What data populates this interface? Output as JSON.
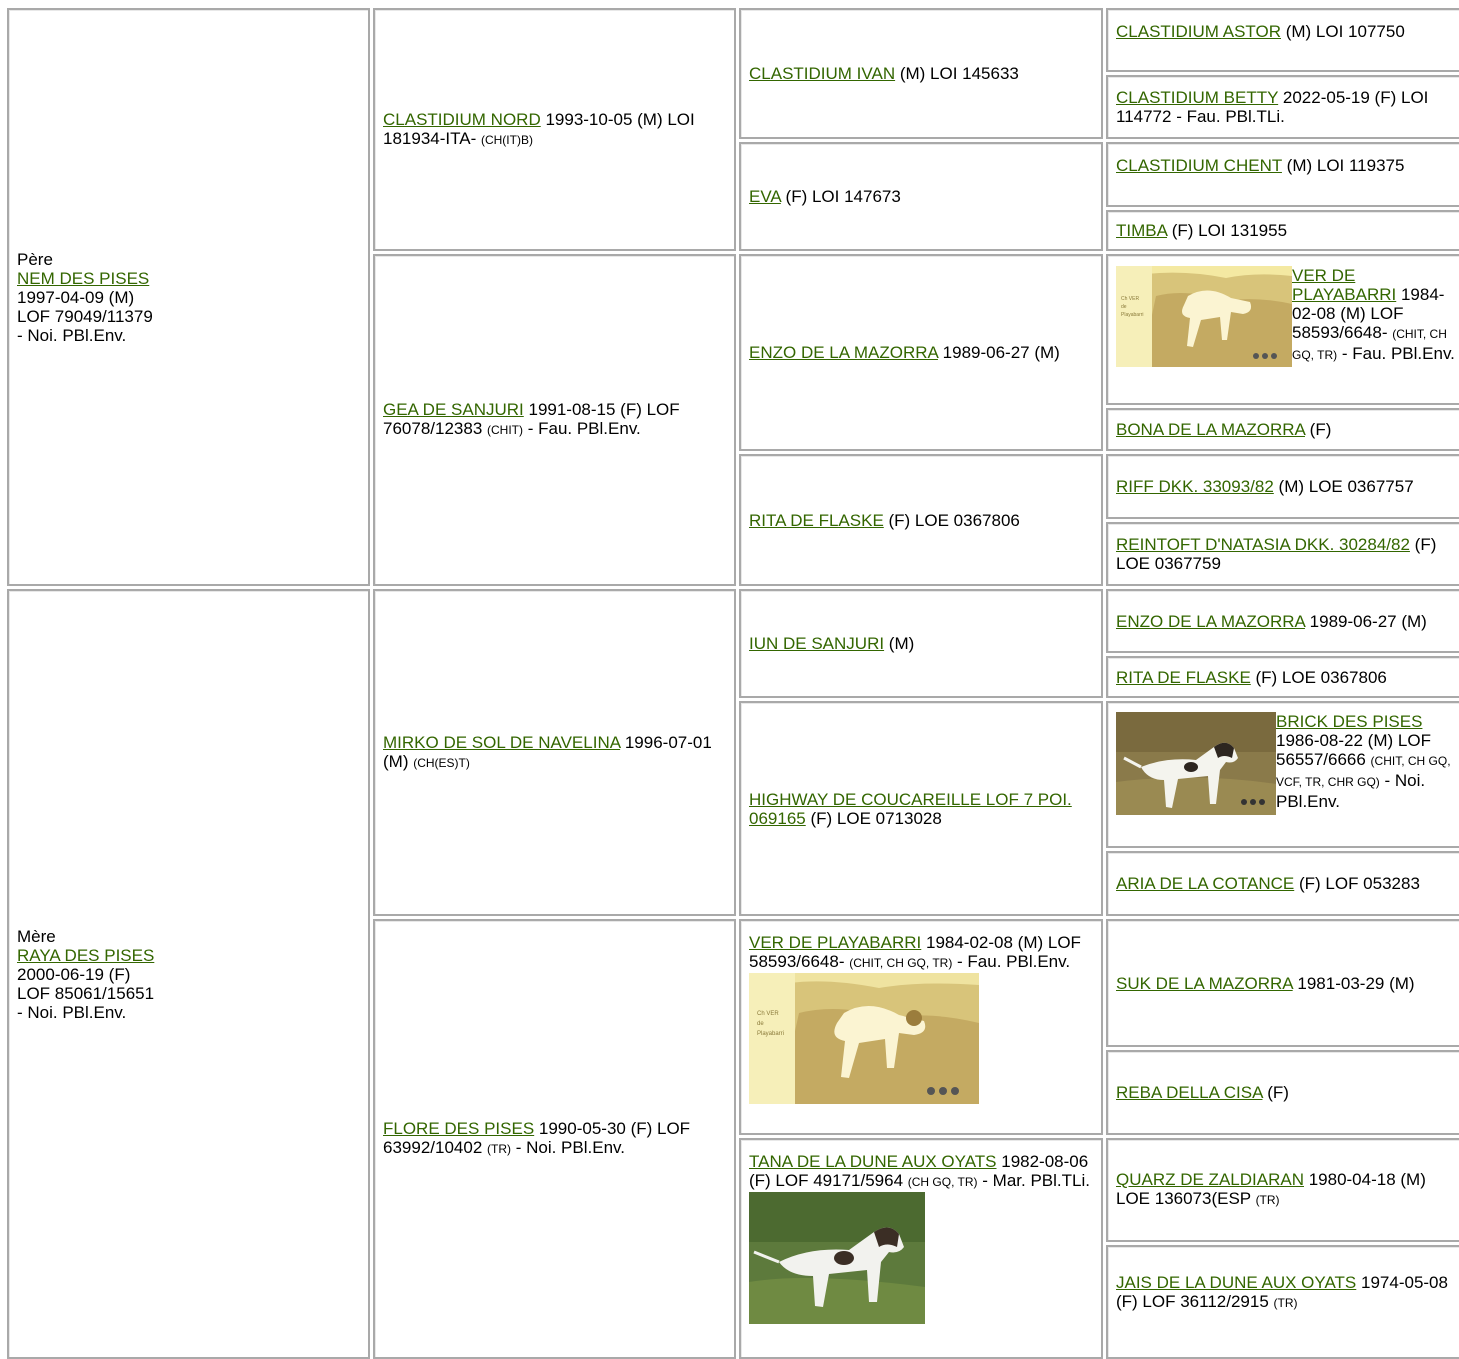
{
  "colors": {
    "link": "#336600",
    "border": "#a9a9a9"
  },
  "gen1": {
    "sire": {
      "role": "Père",
      "name": "NEM DES PISES",
      "date": "1997-04-09 (M)",
      "reg": "LOF 79049/11379",
      "coat": "- Noi. PBl.Env."
    },
    "dam": {
      "role": "Mère",
      "name": "RAYA DES PISES",
      "date": "2000-06-19 (F)",
      "reg": "LOF 85061/15651",
      "coat": "- Noi. PBl.Env."
    }
  },
  "gen2": [
    {
      "name": "CLASTIDIUM NORD",
      "text": " 1993-10-05 (M) LOI 181934-ITA- ",
      "small": "(CH(IT)B)"
    },
    {
      "name": "GEA DE SANJURI",
      "text": " 1991-08-15 (F) LOF 76078/12383 ",
      "small": "(CHIT)",
      "after": " - Fau. PBl.Env."
    },
    {
      "name": "MIRKO DE SOL DE NAVELINA",
      "text": " 1996-07-01 (M) ",
      "small": "(CH(ES)T)"
    },
    {
      "name": "FLORE DES PISES",
      "text": " 1990-05-30 (F) LOF 63992/10402 ",
      "small": "(TR)",
      "after": " - Noi. PBl.Env."
    }
  ],
  "gen3": [
    {
      "name": "CLASTIDIUM IVAN",
      "text": " (M) LOI 145633"
    },
    {
      "name": "EVA",
      "text": " (F) LOI 147673"
    },
    {
      "name": "ENZO DE LA MAZORRA",
      "text": " 1989-06-27 (M)"
    },
    {
      "name": "RITA DE FLASKE",
      "text": " (F) LOE 0367806"
    },
    {
      "name": "IUN DE SANJURI",
      "text": " (M)"
    },
    {
      "name": "HIGHWAY DE COUCAREILLE LOF 7 POI. 069165",
      "text": " (F) LOE 0713028"
    },
    {
      "name": "VER DE PLAYABARRI",
      "text": " 1984-02-08 (M) LOF 58593/6648- ",
      "small": "(CHIT, CH GQ, TR)",
      "after": " - Fau. PBl.Env."
    },
    {
      "name": "TANA DE LA DUNE AUX OYATS",
      "text": " 1982-08-06 (F) LOF 49171/5964 ",
      "small": "(CH GQ, TR)",
      "after": " - Mar. PBl.TLi."
    }
  ],
  "gen4": [
    {
      "name": "CLASTIDIUM ASTOR",
      "text": " (M) LOI 107750"
    },
    {
      "name": "CLASTIDIUM BETTY",
      "text": " 2022-05-19 (F) LOI 114772 - Fau. PBl.TLi."
    },
    {
      "name": "CLASTIDIUM CHENT",
      "text": " (M) LOI 119375"
    },
    {
      "name": "TIMBA",
      "text": " (F) LOI 131955"
    },
    {
      "name": "VER DE PLAYABARRI",
      "text": " 1984-02-08 (M) LOF 58593/6648- ",
      "small": "(CHIT, CH GQ, TR)",
      "after": " - Fau. PBl.Env."
    },
    {
      "name": "BONA DE LA MAZORRA",
      "text": " (F)"
    },
    {
      "name": "RIFF DKK. 33093/82",
      "text": " (M) LOE 0367757"
    },
    {
      "name": "REINTOFT D'NATASIA DKK. 30284/82",
      "text": " (F) LOE 0367759"
    },
    {
      "name": "ENZO DE LA MAZORRA",
      "text": " 1989-06-27 (M)"
    },
    {
      "name": "RITA DE FLASKE",
      "text": " (F) LOE 0367806"
    },
    {
      "name": "BRICK DES PISES",
      "text": " 1986-08-22 (M) LOF 56557/6666 ",
      "small": "(CHIT, CH GQ, VCF, TR, CHR GQ)",
      "after": " - Noi. PBl.Env."
    },
    {
      "name": "ARIA DE LA COTANCE",
      "text": " (F) LOF 053283"
    },
    {
      "name": "SUK DE LA MAZORRA",
      "text": " 1981-03-29 (M)"
    },
    {
      "name": "REBA DELLA CISA",
      "text": " (F)"
    },
    {
      "name": "QUARZ DE ZALDIARAN",
      "text": " 1980-04-18 (M) LOE 136073(ESP ",
      "small": "(TR)"
    },
    {
      "name": "JAIS DE LA DUNE AUX OYATS",
      "text": " 1974-05-08 (F) LOF 36112/2915 ",
      "small": "(TR)"
    }
  ]
}
